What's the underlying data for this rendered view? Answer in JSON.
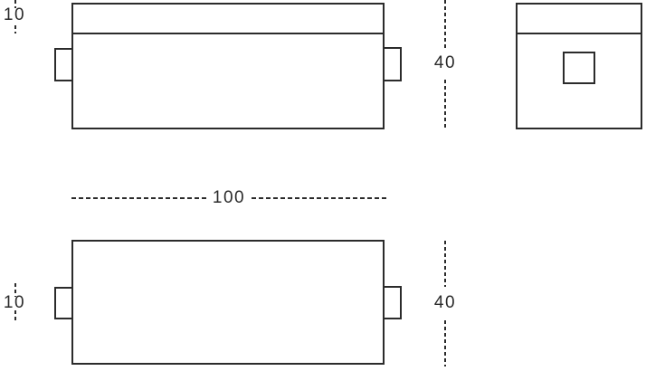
{
  "colors": {
    "line": "#2b2b2b",
    "background": "#ffffff"
  },
  "dimensions": {
    "lid_height": "10",
    "front_height": "40",
    "length": "100",
    "tab_height": "10",
    "plan_depth": "40"
  }
}
